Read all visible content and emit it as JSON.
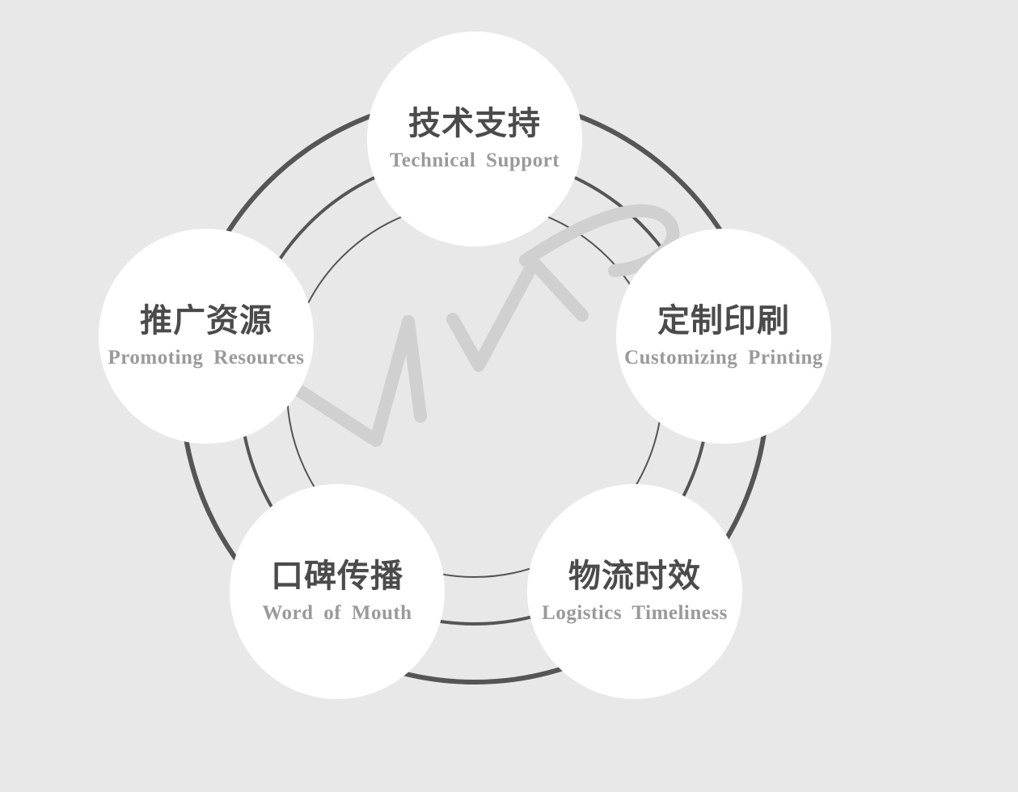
{
  "nodes": [
    {
      "cn": "技术支持",
      "en": "Technical Support"
    },
    {
      "cn": "定制印刷",
      "en": "Customizing Printing"
    },
    {
      "cn": "物流时效",
      "en": "Logistics Timeliness"
    },
    {
      "cn": "口碑传播",
      "en": "Word of Mouth"
    },
    {
      "cn": "推广资源",
      "en": "Promoting Resources"
    }
  ],
  "colors": {
    "background": "#e8e8e8",
    "ring": "#555555",
    "circle_fill": "#ffffff",
    "heading_text": "#4b4b4b",
    "subtitle_text": "#9a9a9a",
    "watermark": "#d0d0d0"
  },
  "watermark_icon": "wps-logo-icon"
}
